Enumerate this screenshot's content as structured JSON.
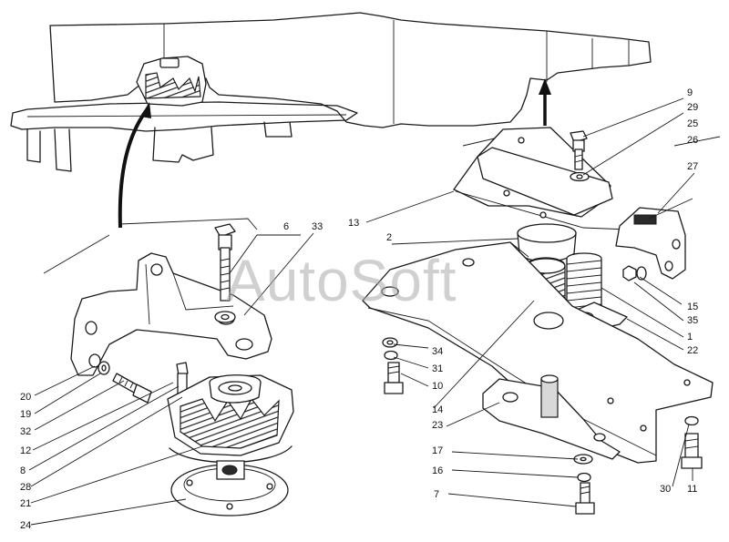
{
  "watermark": "AutoSoft",
  "callouts": {
    "c2": "2",
    "c6": "6",
    "c33": "33",
    "c9": "9",
    "c29": "29",
    "c25": "25",
    "c26": "26",
    "c27": "27",
    "c13": "13",
    "c15": "15",
    "c35": "35",
    "c1": "1",
    "c22": "22",
    "c34": "34",
    "c31": "31",
    "c10": "10",
    "c14": "14",
    "c23": "23",
    "c20": "20",
    "c19": "19",
    "c32": "32",
    "c12": "12",
    "c8": "8",
    "c28": "28",
    "c21": "21",
    "c24": "24",
    "c17": "17",
    "c16": "16",
    "c7": "7",
    "c30": "30",
    "c11": "11"
  }
}
